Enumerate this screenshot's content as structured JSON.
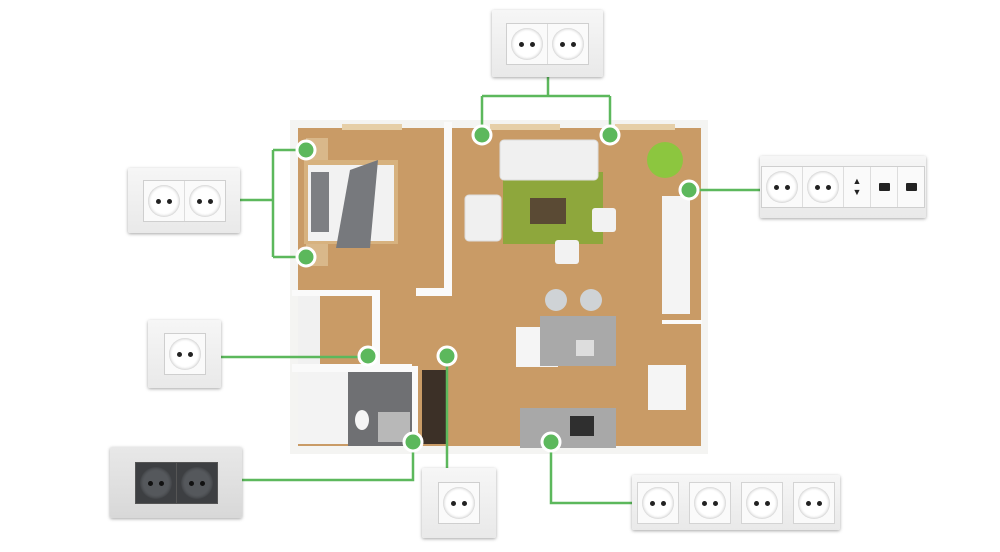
{
  "accent_color": "#5cb85c",
  "floor_wood_color": "#c99b66",
  "socket_panels": [
    {
      "name": "top-double-socket-panel",
      "style": "white",
      "modules": [
        "schuko-socket",
        "schuko-socket"
      ]
    },
    {
      "name": "bedroom-double-socket-panel",
      "style": "white",
      "modules": [
        "schuko-socket",
        "schuko-socket"
      ]
    },
    {
      "name": "living-multimedia-socket-panel",
      "style": "white",
      "modules": [
        "schuko-socket",
        "schuko-socket",
        "tv-antenna-socket",
        "rj45-socket",
        "rj45-socket"
      ]
    },
    {
      "name": "hallway-single-socket-panel",
      "style": "white",
      "modules": [
        "schuko-socket"
      ]
    },
    {
      "name": "bathroom-waterproof-double-socket-panel",
      "style": "dark",
      "modules": [
        "schuko-socket",
        "schuko-socket"
      ]
    },
    {
      "name": "hall-single-socket-panel",
      "style": "white",
      "modules": [
        "schuko-socket"
      ]
    },
    {
      "name": "kitchen-quad-socket-panel",
      "style": "white",
      "modules": [
        "schuko-socket",
        "schuko-socket",
        "schuko-socket",
        "schuko-socket"
      ]
    }
  ]
}
